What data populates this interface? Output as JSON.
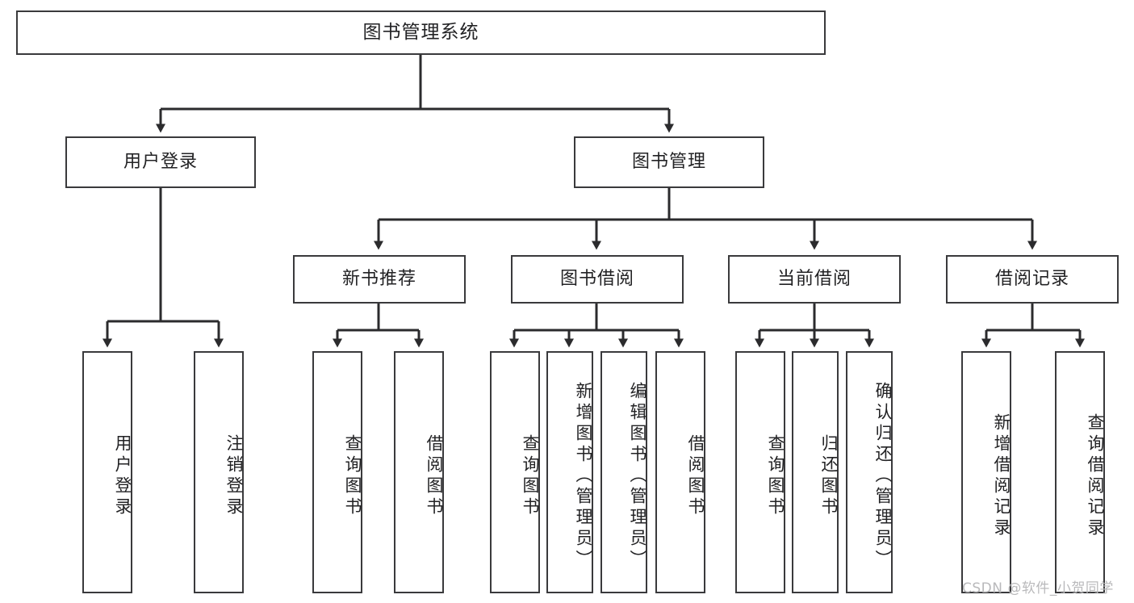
{
  "diagram": {
    "title": "图书管理系统",
    "type": "tree-hierarchy-diagram",
    "watermark": "CSDN @软件_小贺同学",
    "colors": {
      "background": "#ffffff",
      "box_border": "#3a3a3c",
      "connector": "#2b2b2d",
      "text": "#222224",
      "watermark": "#b9b9bb"
    },
    "levels": {
      "root": "图书管理系统",
      "level2": [
        "用户登录",
        "图书管理"
      ],
      "level3": [
        "新书推荐",
        "图书借阅",
        "当前借阅",
        "借阅记录"
      ]
    },
    "nodes": {
      "root": {
        "label": "图书管理系统"
      },
      "user_login": {
        "label": "用户登录"
      },
      "book_manage": {
        "label": "图书管理"
      },
      "new_book_rec": {
        "label": "新书推荐"
      },
      "book_borrow": {
        "label": "图书借阅"
      },
      "current_borrow": {
        "label": "当前借阅"
      },
      "borrow_record": {
        "label": "借阅记录"
      },
      "leaf_user_login": {
        "label": "用户登录"
      },
      "leaf_logout": {
        "label": "注销登录"
      },
      "leaf_query_book_1": {
        "label": "查询图书"
      },
      "leaf_borrow_book_1": {
        "label": "借阅图书"
      },
      "leaf_query_book_2": {
        "label": "查询图书"
      },
      "leaf_add_book_admin": {
        "label": "新增图书（管理员）"
      },
      "leaf_edit_book_admin": {
        "label": "编辑图书（管理员）"
      },
      "leaf_borrow_book_2": {
        "label": "借阅图书"
      },
      "leaf_query_book_3": {
        "label": "查询图书"
      },
      "leaf_return_book": {
        "label": "归还图书"
      },
      "leaf_confirm_return_admin": {
        "label": "确认归还（管理员）"
      },
      "leaf_add_record": {
        "label": "新增借阅记录"
      },
      "leaf_query_record": {
        "label": "查询借阅记录"
      }
    },
    "edges": [
      {
        "from": "root",
        "to": "user_login"
      },
      {
        "from": "root",
        "to": "book_manage"
      },
      {
        "from": "user_login",
        "to": "leaf_user_login"
      },
      {
        "from": "user_login",
        "to": "leaf_logout"
      },
      {
        "from": "book_manage",
        "to": "new_book_rec"
      },
      {
        "from": "book_manage",
        "to": "book_borrow"
      },
      {
        "from": "book_manage",
        "to": "current_borrow"
      },
      {
        "from": "book_manage",
        "to": "borrow_record"
      },
      {
        "from": "new_book_rec",
        "to": "leaf_query_book_1"
      },
      {
        "from": "new_book_rec",
        "to": "leaf_borrow_book_1"
      },
      {
        "from": "book_borrow",
        "to": "leaf_query_book_2"
      },
      {
        "from": "book_borrow",
        "to": "leaf_add_book_admin"
      },
      {
        "from": "book_borrow",
        "to": "leaf_edit_book_admin"
      },
      {
        "from": "book_borrow",
        "to": "leaf_borrow_book_2"
      },
      {
        "from": "current_borrow",
        "to": "leaf_query_book_3"
      },
      {
        "from": "current_borrow",
        "to": "leaf_return_book"
      },
      {
        "from": "current_borrow",
        "to": "leaf_confirm_return_admin"
      },
      {
        "from": "borrow_record",
        "to": "leaf_add_record"
      },
      {
        "from": "borrow_record",
        "to": "leaf_query_record"
      }
    ]
  }
}
